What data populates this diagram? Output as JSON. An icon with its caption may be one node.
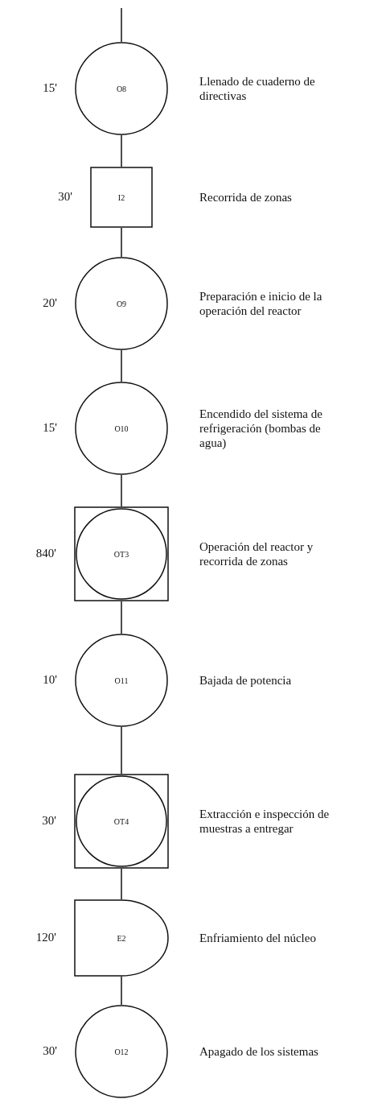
{
  "diagram": {
    "nodes": [
      {
        "text": [
          "O8"
        ],
        "beside": [
          "15'",
          "Llenado de cuaderno de directivas"
        ]
      },
      {
        "text": [
          "I2"
        ],
        "beside": [
          "30'",
          "Recorrida de zonas"
        ]
      },
      {
        "text": [
          "O9"
        ],
        "beside": [
          "20'",
          "Preparación e inicio de la operación del reactor"
        ]
      },
      {
        "text": [
          "O10"
        ],
        "beside": [
          "15'",
          "Encendido del sistema de refrigeración (bombas de agua)"
        ]
      },
      {
        "text": [
          "OT3"
        ],
        "beside": [
          "840'",
          "Operación del reactor y recorrida de zonas"
        ]
      },
      {
        "text": [
          "O11"
        ],
        "beside": [
          "10'",
          "Bajada de potencia"
        ]
      },
      {
        "text": [
          "OT4"
        ],
        "beside": [
          "30'",
          "Extracción e inspección de muestras a entregar"
        ]
      },
      {
        "text": [
          "E2"
        ],
        "beside": [
          "120'",
          "Enfriamiento del núcleo"
        ]
      },
      {
        "text": [
          "O12"
        ],
        "beside": [
          "30'",
          "Apagado de los sistemas"
        ]
      }
    ],
    "edges": [
      {
        "from": null,
        "to": 0,
        "arrow": "none"
      },
      {
        "from": 0,
        "to": 1,
        "arrow": "none"
      },
      {
        "from": 1,
        "to": 2,
        "arrow": "none"
      },
      {
        "from": 2,
        "to": 3,
        "arrow": "none"
      },
      {
        "from": 3,
        "to": 4,
        "arrow": "none"
      },
      {
        "from": 4,
        "to": 5,
        "arrow": "none"
      },
      {
        "from": 5,
        "to": 6,
        "arrow": "none"
      },
      {
        "from": 6,
        "to": 7,
        "arrow": "none"
      },
      {
        "from": 7,
        "to": 8,
        "arrow": "none"
      }
    ]
  }
}
